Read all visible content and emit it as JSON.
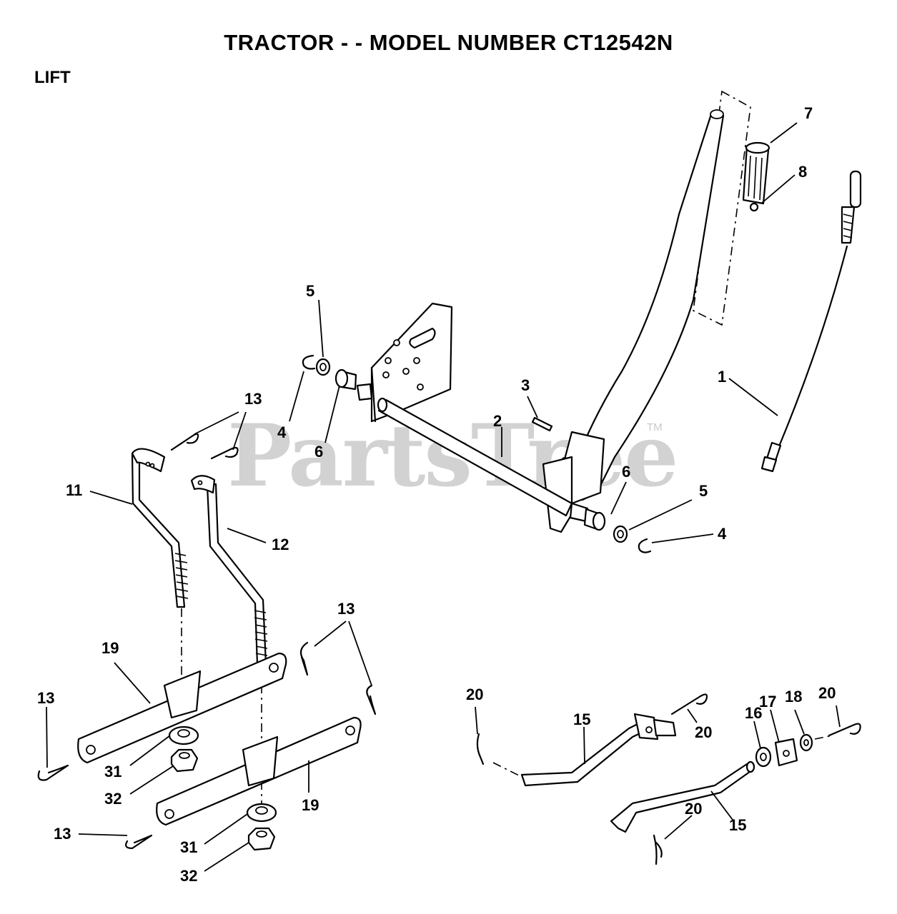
{
  "title": "TRACTOR - - MODEL NUMBER CT12542N",
  "section": "LIFT",
  "watermark": "PartsTree",
  "trademark": "TM",
  "callouts": {
    "c1": "1",
    "c2": "2",
    "c3": "3",
    "c4a": "4",
    "c4b": "4",
    "c5a": "5",
    "c5b": "5",
    "c6a": "6",
    "c6b": "6",
    "c7": "7",
    "c8": "8",
    "c11": "11",
    "c12": "12",
    "c13a": "13",
    "c13b": "13",
    "c13c": "13",
    "c13d": "13",
    "c15a": "15",
    "c15b": "15",
    "c16": "16",
    "c17": "17",
    "c18": "18",
    "c19a": "19",
    "c19b": "19",
    "c20a": "20",
    "c20b": "20",
    "c20c": "20",
    "c20d": "20",
    "c31a": "31",
    "c31b": "31",
    "c32a": "32",
    "c32b": "32"
  }
}
